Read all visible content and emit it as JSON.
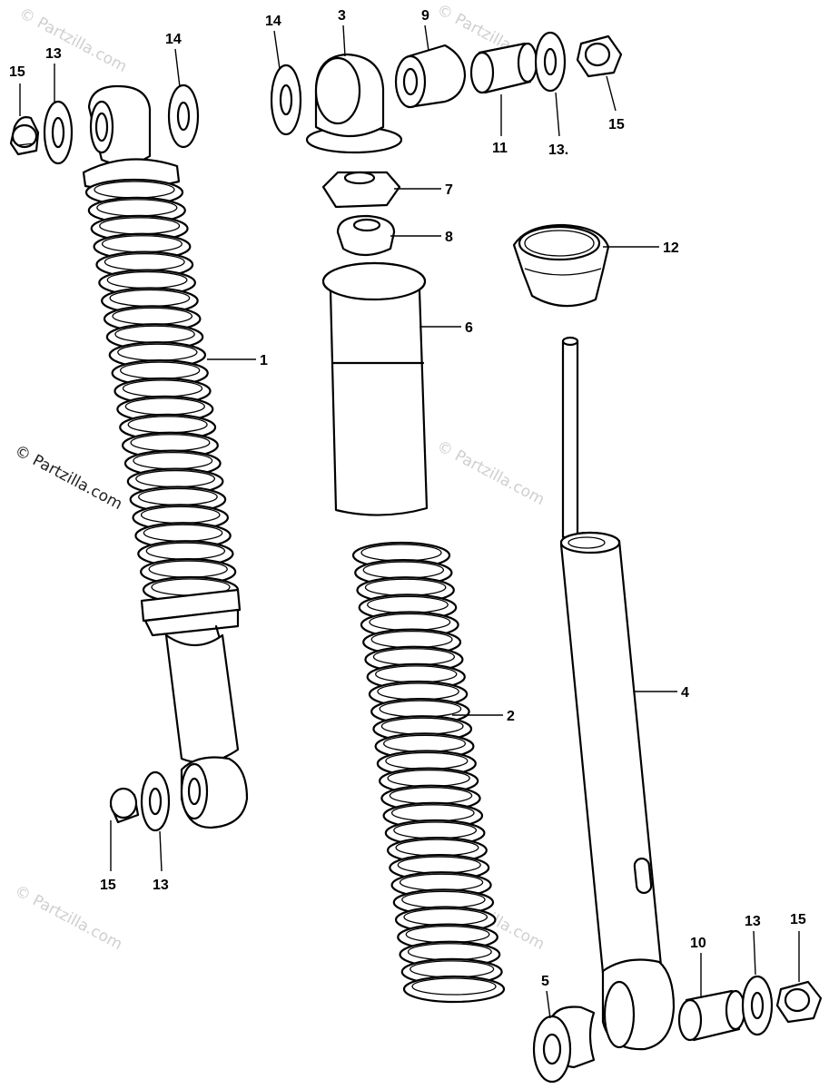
{
  "watermark": "© Partzilla.com",
  "labels": {
    "l1": "1",
    "l2": "2",
    "l3": "3",
    "l4": "4",
    "l5": "5",
    "l6": "6",
    "l7": "7",
    "l8": "8",
    "l9": "9",
    "l10": "10",
    "l11": "11",
    "l12": "12",
    "l13a": "13",
    "l13b": "13.",
    "l13c": "13",
    "l13d": "13",
    "l14a": "14",
    "l14b": "14",
    "l15a": "15",
    "l15b": "15",
    "l15c": "15",
    "l15d": "15"
  }
}
